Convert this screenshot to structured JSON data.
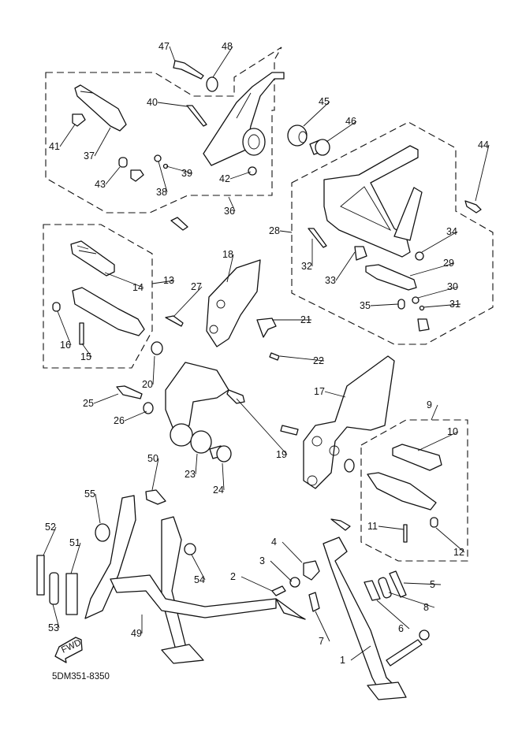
{
  "diagram": {
    "title": "Stand & Footrest exploded parts diagram",
    "diagram_code": "5DM351-8350",
    "fwd_label": "FWD",
    "callouts": [
      {
        "n": "1",
        "part": "sidestand"
      },
      {
        "n": "2",
        "part": "bolt"
      },
      {
        "n": "3",
        "part": "washer"
      },
      {
        "n": "4",
        "part": "bracket-switch"
      },
      {
        "n": "5",
        "part": "spring"
      },
      {
        "n": "6",
        "part": "spring"
      },
      {
        "n": "7",
        "part": "plate"
      },
      {
        "n": "8",
        "part": "collar"
      },
      {
        "n": "9",
        "part": "footrest-assy-rear-right"
      },
      {
        "n": "10",
        "part": "footrest-rubber"
      },
      {
        "n": "11",
        "part": "screw"
      },
      {
        "n": "12",
        "part": "pin"
      },
      {
        "n": "13",
        "part": "footrest-assy-front"
      },
      {
        "n": "14",
        "part": "footrest-rubber"
      },
      {
        "n": "15",
        "part": "screw"
      },
      {
        "n": "16",
        "part": "pin"
      },
      {
        "n": "17",
        "part": "bracket-right"
      },
      {
        "n": "18",
        "part": "bracket-left"
      },
      {
        "n": "19",
        "part": "bolt"
      },
      {
        "n": "20",
        "part": "circlip"
      },
      {
        "n": "21",
        "part": "clamp"
      },
      {
        "n": "22",
        "part": "screw"
      },
      {
        "n": "23",
        "part": "damper"
      },
      {
        "n": "24",
        "part": "collar"
      },
      {
        "n": "25",
        "part": "bolt"
      },
      {
        "n": "26",
        "part": "washer"
      },
      {
        "n": "27",
        "part": "bolt"
      },
      {
        "n": "28",
        "part": "rear-footrest-bracket-assy"
      },
      {
        "n": "29",
        "part": "footrest"
      },
      {
        "n": "30",
        "part": "spring"
      },
      {
        "n": "31",
        "part": "ball"
      },
      {
        "n": "32",
        "part": "bolt"
      },
      {
        "n": "33",
        "part": "plate"
      },
      {
        "n": "34",
        "part": "nut"
      },
      {
        "n": "35",
        "part": "pin"
      },
      {
        "n": "36",
        "part": "rear-footrest-bracket-assy"
      },
      {
        "n": "37",
        "part": "footrest"
      },
      {
        "n": "38",
        "part": "spring"
      },
      {
        "n": "39",
        "part": "ball"
      },
      {
        "n": "40",
        "part": "bolt"
      },
      {
        "n": "41",
        "part": "plate"
      },
      {
        "n": "42",
        "part": "nut"
      },
      {
        "n": "43",
        "part": "pin"
      },
      {
        "n": "44",
        "part": "bolt"
      },
      {
        "n": "45",
        "part": "damper"
      },
      {
        "n": "46",
        "part": "collar"
      },
      {
        "n": "47",
        "part": "bolt"
      },
      {
        "n": "48",
        "part": "washer"
      },
      {
        "n": "49",
        "part": "main-stand"
      },
      {
        "n": "50",
        "part": "bolt"
      },
      {
        "n": "51",
        "part": "spring"
      },
      {
        "n": "52",
        "part": "spring"
      },
      {
        "n": "53",
        "part": "collar"
      },
      {
        "n": "54",
        "part": "nut"
      },
      {
        "n": "55",
        "part": "collar"
      }
    ]
  }
}
